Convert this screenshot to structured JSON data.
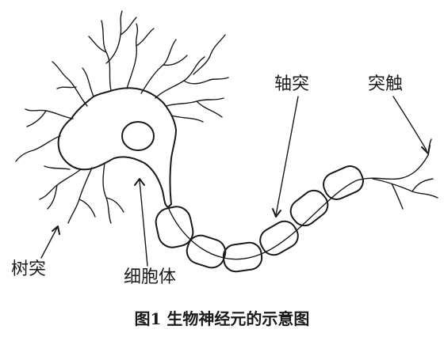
{
  "labels": {
    "axon": "轴突",
    "synapse": "突触",
    "dendrite": "树突",
    "cell_body": "细胞体"
  },
  "caption": "图1 生物神经元的示意图"
}
